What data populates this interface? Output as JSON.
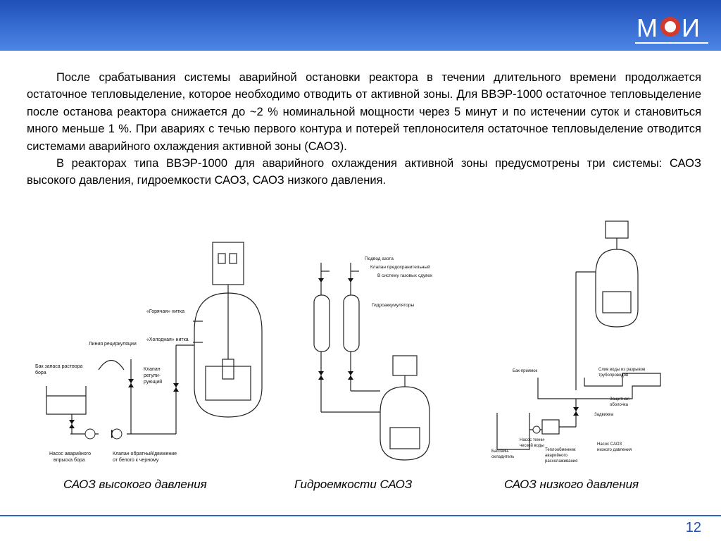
{
  "logo": {
    "text": "МЭИ"
  },
  "text": {
    "para1": "После срабатывания системы аварийной остановки реактора в течении длительного времени продолжается остаточное тепловыделение, которое необходимо отводить от активной зоны. Для ВВЭР-1000 остаточное тепловыделение  после останова реактора снижается до ~2 % номинальной мощности через 5 минут и по истечении суток и становиться много меньше 1 %. При авариях с течью первого контура и потерей теплоносителя остаточное тепловыделение отводится системами аварийного охлаждения активной зоны (САОЗ).",
    "para2": "В реакторах типа ВВЭР-1000 для аварийного охлаждения активной зоны предусмотрены три системы: САОЗ высокого давления, гидроемкости САОЗ, САОЗ низкого давления."
  },
  "diagram1": {
    "hot_line": "«Горячая» нитка",
    "cold_line": "«Холодная» нитка",
    "recirc_line": "Линия рециркуляции",
    "tank_l1": "Бак запаса раствора",
    "tank_l2": "бора",
    "valve_l1": "Клапан",
    "valve_l2": "регули-",
    "valve_l3": "рующий",
    "pump_l1": "Насос аварийного",
    "pump_l2": "впрыска  бора",
    "check_l1": "Клапан обратный/движение",
    "check_l2": "от белого к черному"
  },
  "diagram2": {
    "nitrogen": "Подвод азота",
    "safety_valve": "Клапан предохранительный",
    "gas_vent": "В систему газовых сдувок",
    "accumulators": "Гидроаккумуляторы"
  },
  "diagram3": {
    "sump_tank": "Бак-приямок",
    "drain_l1": "Слив воды из разрывов",
    "drain_l2": "трубопроводов",
    "containment_l1": "Защитная",
    "containment_l2": "оболочка",
    "gate_valve": "Задвижка",
    "pool_l1": "Бассейн-",
    "pool_l2": "охладитель",
    "tech_pump_l1": "Насос техни-",
    "tech_pump_l2": "ческой воды",
    "hx_l1": "Теплообменник",
    "hx_l2": "аварийного",
    "hx_l3": "расхолаживания",
    "lp_pump_l1": "Насос САОЗ",
    "lp_pump_l2": "низкого давления"
  },
  "captions": {
    "c1": "САОЗ высокого давления",
    "c2": "Гидроемкости САОЗ",
    "c3": "САОЗ низкого давления"
  },
  "page_number": "12"
}
